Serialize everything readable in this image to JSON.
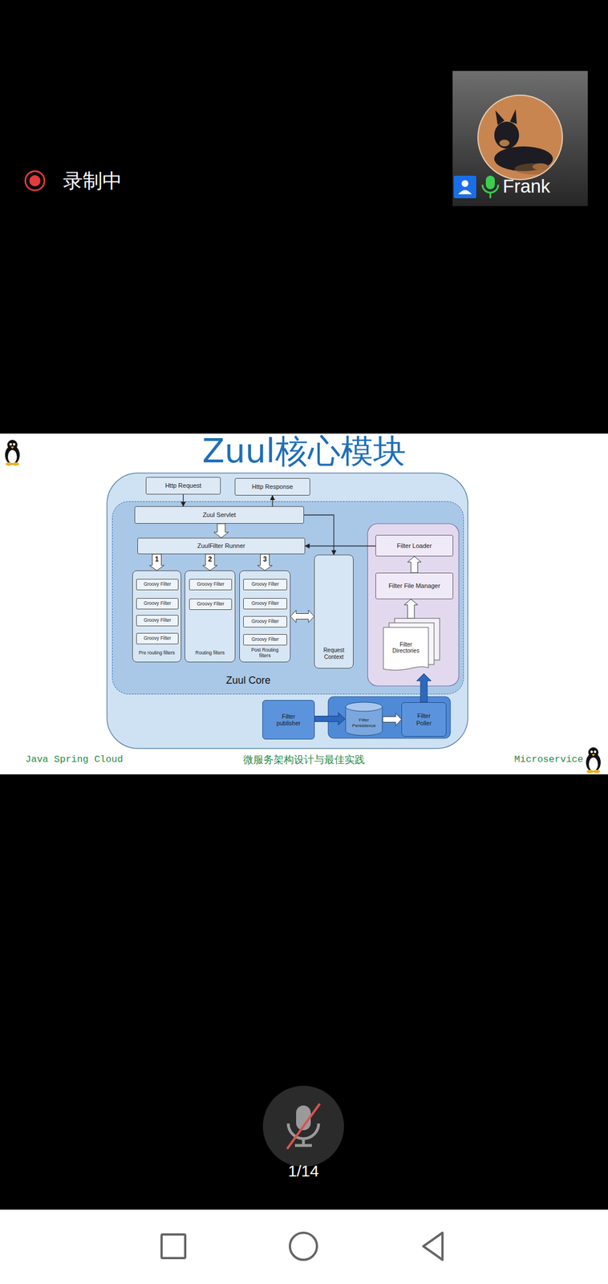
{
  "diagram": {
    "title": "Zuul核心模块",
    "nodes": [
      {
        "text": [
          "Http Request"
        ]
      },
      {
        "text": [
          "Http Response"
        ]
      },
      {
        "text": [
          "Zuul Core"
        ]
      },
      {
        "text": [
          "Zuul Servlet"
        ],
        "in": 2
      },
      {
        "text": [
          "ZuulFilter Runner"
        ],
        "in": 2
      },
      {
        "text": [
          "Pre routing filters"
        ],
        "in": 2
      },
      {
        "text": [
          "Groovy Filter"
        ],
        "in": 5
      },
      {
        "text": [
          "Groovy Filter"
        ],
        "in": 5
      },
      {
        "text": [
          "Groovy Filter"
        ],
        "in": 5
      },
      {
        "text": [
          "Groovy Filter"
        ],
        "in": 5
      },
      {
        "text": [
          "Routing filters"
        ],
        "in": 2
      },
      {
        "text": [
          "Groovy Filter"
        ],
        "in": 10
      },
      {
        "text": [
          "Groovy Filter"
        ],
        "in": 10
      },
      {
        "text": [
          "Post Routing filters"
        ],
        "in": 2
      },
      {
        "text": [
          "Groovy Filter"
        ],
        "in": 13
      },
      {
        "text": [
          "Groovy Filter"
        ],
        "in": 13
      },
      {
        "text": [
          "Groovy Filter"
        ],
        "in": 13
      },
      {
        "text": [
          "Groovy Filter"
        ],
        "in": 13
      },
      {
        "text": [
          "Request Context"
        ],
        "in": 2
      },
      {
        "text": [
          "Filter Loader"
        ],
        "in": 2
      },
      {
        "text": [
          "Filter File Manager"
        ],
        "in": 2
      },
      {
        "text": [
          "Filter Directories"
        ],
        "in": 2
      },
      {
        "text": [
          "Filter publisher"
        ]
      },
      {
        "text": [
          "Filter Persistence"
        ]
      },
      {
        "text": [
          "Filter Poller"
        ]
      }
    ],
    "edges": [
      {
        "from": 0,
        "to": 3,
        "arrow": "to"
      },
      {
        "from": 3,
        "to": 1,
        "arrow": "to"
      },
      {
        "from": 3,
        "to": 4,
        "arrow": "to"
      },
      {
        "from": 3,
        "to": 18,
        "arrow": "to"
      },
      {
        "from": 19,
        "to": 4,
        "arrow": "to"
      },
      {
        "from": 20,
        "to": 19,
        "arrow": "to"
      },
      {
        "from": 21,
        "to": 20,
        "arrow": "to"
      },
      {
        "from": 4,
        "to": 5,
        "label": "1",
        "arrow": "to"
      },
      {
        "from": 4,
        "to": 10,
        "label": "2",
        "arrow": "to"
      },
      {
        "from": 4,
        "to": 13,
        "label": "3",
        "arrow": "to"
      },
      {
        "from": 13,
        "to": 18,
        "arrow": "both"
      },
      {
        "from": 22,
        "to": 23,
        "arrow": "to"
      },
      {
        "from": 23,
        "to": 24,
        "arrow": "to"
      },
      {
        "from": 24,
        "to": 21,
        "arrow": "to"
      }
    ],
    "labels": [
      "录制中",
      "Frank",
      "Java Spring Cloud",
      "微服务架构设计与最佳实践",
      "Microservice",
      "1/14"
    ]
  }
}
